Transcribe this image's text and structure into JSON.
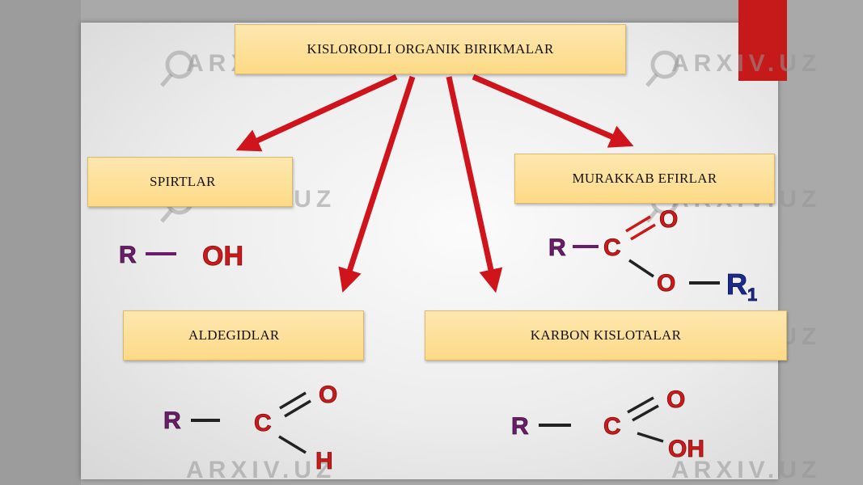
{
  "title": "KISLORODLI ORGANIK BIRIKMALAR",
  "categories": {
    "spirtlar": "SPIRTLAR",
    "murakkab_efirlar": "MURAKKAB EFIRLAR",
    "aldegidlar": "ALDEGIDLAR",
    "karbon_kislotalar": "KARBON KISLOTALAR"
  },
  "formulas": {
    "spirt": {
      "r": "R",
      "group": "OH"
    },
    "efir": {
      "r": "R",
      "c": "C",
      "o_double": "O",
      "o_single": "O",
      "r1": "R",
      "r1_sub": "1"
    },
    "aldegid": {
      "r": "R",
      "c": "C",
      "o": "O",
      "h": "H"
    },
    "kislota": {
      "r": "R",
      "c": "C",
      "o": "O",
      "oh": "OH"
    }
  },
  "watermark": "ARXIV.UZ",
  "colors": {
    "arrow": "#d0141c",
    "box_fill": "#fddc8c",
    "r_color": "#6b1d6b",
    "atom_red": "#cc1a1a",
    "r1_color": "#1c2a8c"
  }
}
